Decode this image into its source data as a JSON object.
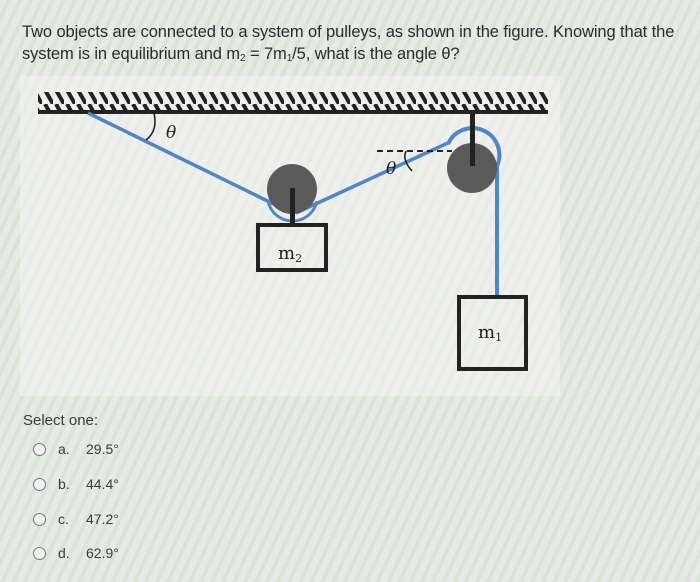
{
  "question": {
    "line1": "Two objects are connected to a system of pulleys, as shown in the figure. Knowing that the",
    "line2_prefix": "system is in equilibrium and m",
    "line2_sub_a": "2",
    "line2_mid": " = 7m",
    "line2_sub_b": "1",
    "line2_suffix": "/5, what is the angle θ?"
  },
  "figure": {
    "angle_label_left": "θ",
    "angle_label_right": "θ",
    "mass2_label": "m",
    "mass2_sub": "2",
    "mass1_label": "m",
    "mass1_sub": "1",
    "rope_color": "#4f86c6",
    "pulley_color": "#5a5a5a",
    "ceiling_color": "#222222"
  },
  "answers": {
    "prompt": "Select one:",
    "options": [
      {
        "letter": "a.",
        "value": "29.5°"
      },
      {
        "letter": "b.",
        "value": "44.4°"
      },
      {
        "letter": "c.",
        "value": "47.2°"
      },
      {
        "letter": "d.",
        "value": "62.9°"
      }
    ]
  }
}
